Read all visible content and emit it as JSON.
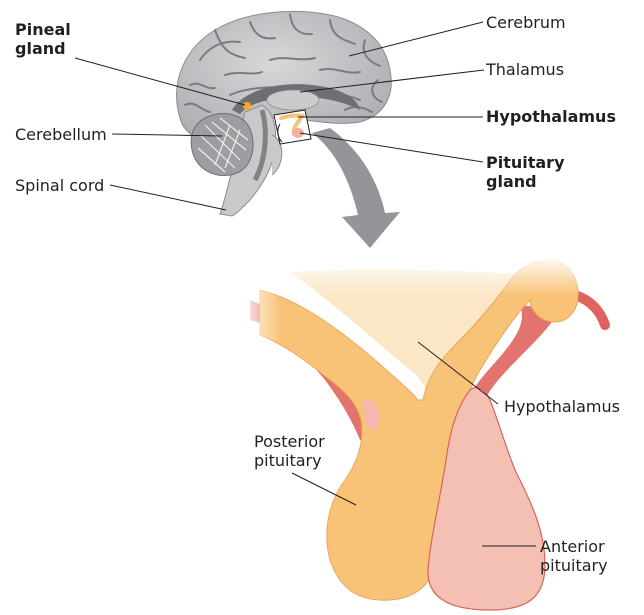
{
  "figure": {
    "title": "Brain and pituitary anatomy",
    "brain_labels": {
      "pineal_gland": "Pineal\ngland",
      "cerebellum": "Cerebellum",
      "spinal_cord": "Spinal cord",
      "cerebrum": "Cerebrum",
      "thalamus": "Thalamus",
      "hypothalamus": "Hypothalamus",
      "pituitary_gland": "Pituitary\ngland"
    },
    "detail_labels": {
      "hypothalamus": "Hypothalamus",
      "posterior_pituitary": "Posterior\npituitary",
      "anterior_pituitary": "Anterior\npituitary"
    },
    "bold_labels": [
      "Pineal gland",
      "Hypothalamus",
      "Pituitary gland"
    ],
    "colors": {
      "brain_gray": "#c9cbcd",
      "brain_dark": "#6d6f72",
      "arrow_gray": "#939598",
      "hypothalamus_cream": "#fbe7c6",
      "posterior_orange": "#f9c377",
      "anterior_pink": "#f4b8ae",
      "membrane_red": "#e0645d",
      "pineal_orange": "#f7a823"
    }
  }
}
